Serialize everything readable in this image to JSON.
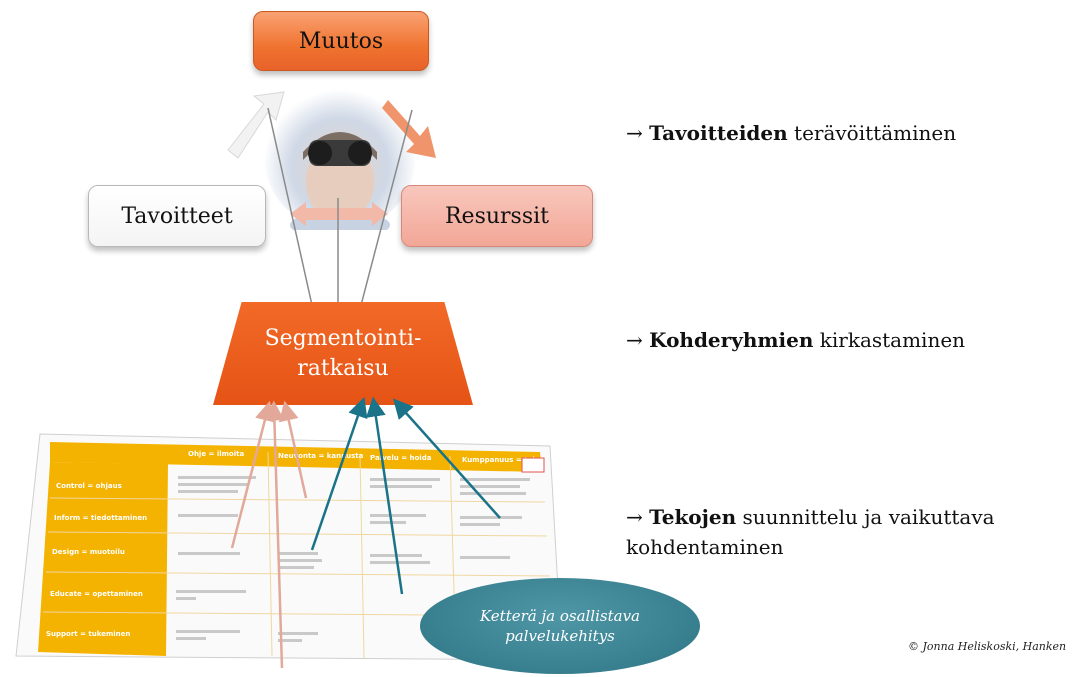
{
  "nodes": {
    "muutos": "Muutos",
    "tavoitteet": "Tavoitteet",
    "resurssit": "Resurssit",
    "segment_line1": "Segmentointi-",
    "segment_line2": "ratkaisu"
  },
  "side_notes": [
    {
      "arrow": "→",
      "bold": "Tavoitteiden",
      "rest": " terävöittäminen"
    },
    {
      "arrow": "→",
      "bold": "Kohderyhmien",
      "rest": " kirkastaminen"
    },
    {
      "arrow": "→",
      "bold": "Tekojen",
      "rest": " suunnittelu ja vaikuttava",
      "line2": "kohdentaminen"
    }
  ],
  "table": {
    "headers": [
      "Ohje = ilmoita",
      "Neuvonta = kannusta",
      "Palvelu = hoida",
      "Kumppanuus = toimi"
    ],
    "rows": [
      "Control = ohjaus",
      "Inform = tiedottaminen",
      "Design = muotoilu",
      "Educate = opettaminen",
      "Support = tukeminen"
    ]
  },
  "oval": {
    "line1": "Ketterä ja osallistava",
    "line2": "palvelukehitys"
  },
  "copyright": "© Jonna Heliskoski, Hanken",
  "colors": {
    "orange": "#f26a27",
    "teal": "#1a7388",
    "pink": "#e8a898",
    "yellow": "#f5b301"
  }
}
